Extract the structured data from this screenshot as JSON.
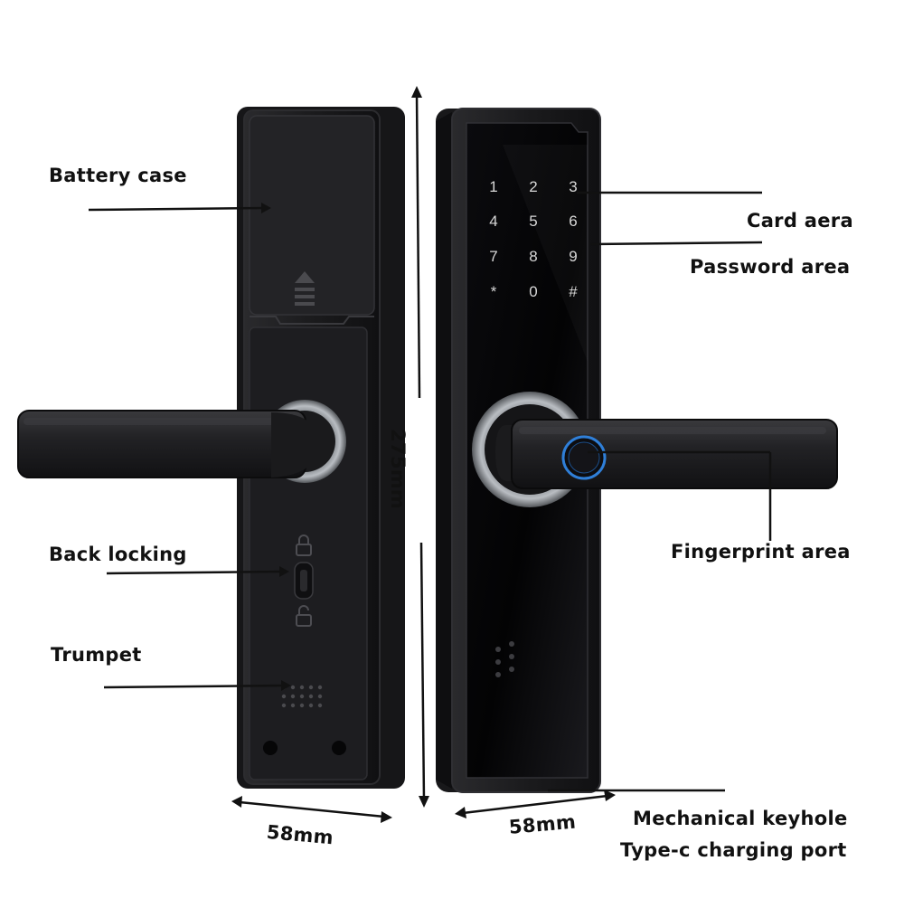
{
  "labels": {
    "battery_case": "Battery case",
    "card_area": "Card aera",
    "password_area": "Password area",
    "fingerprint_area": "Fingerprint area",
    "back_locking": "Back locking",
    "trumpet": "Trumpet",
    "mechanical_keyhole": "Mechanical keyhole",
    "type_c_port": "Type-c charging port"
  },
  "dimensions": {
    "height": "275mm",
    "back_width": "58mm",
    "front_width": "58mm"
  },
  "keypad": [
    "1",
    "2",
    "3",
    "4",
    "5",
    "6",
    "7",
    "8",
    "9",
    "*",
    "0",
    "#"
  ],
  "colors": {
    "body": "#1c1c1e",
    "glass": "#050507",
    "fingerprint_ring": "#2f7fd8",
    "rosette": "#9a9ea3"
  }
}
